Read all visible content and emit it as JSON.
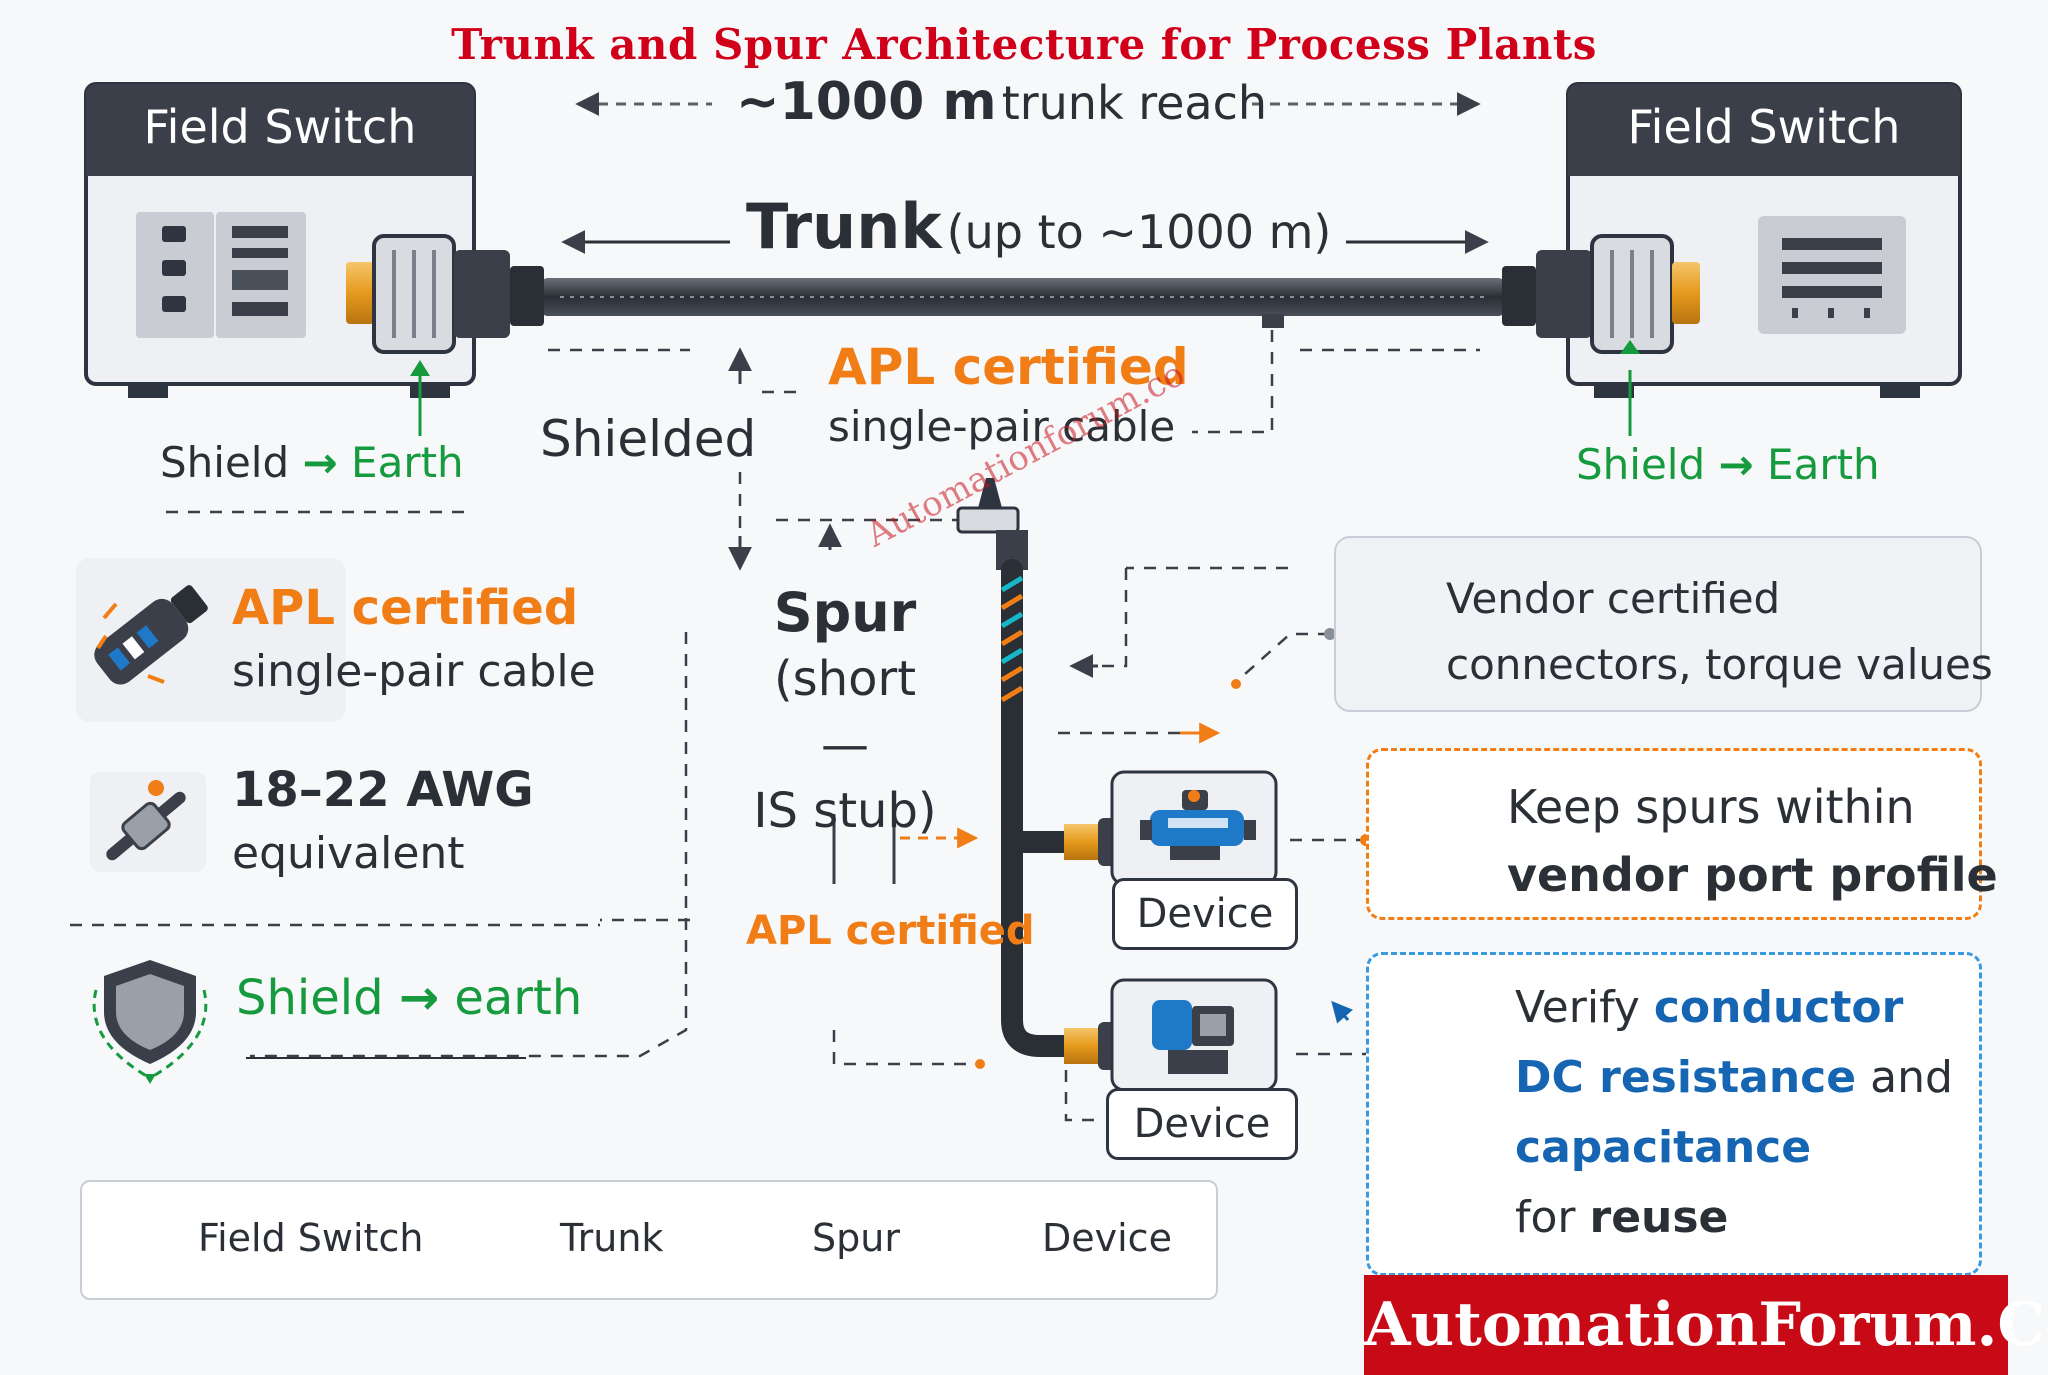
{
  "title": "Trunk and Spur Architecture for Process Plants",
  "trunk_reach": {
    "prefix": "~1000 m",
    "suffix": "trunk reach"
  },
  "switches": {
    "left_title": "Field Switch",
    "right_title": "Field Switch"
  },
  "trunk_label": {
    "bold": "Trunk",
    "rest": "(up to ~1000 m)"
  },
  "shield_left": {
    "a": "Shield",
    "arrow": "→",
    "b": "Earth"
  },
  "shield_right": {
    "a": "Shield",
    "arrow": "→",
    "b": "Earth"
  },
  "shielded": "Shielded",
  "cable_note": {
    "line1": "APL certified",
    "line2": "single-pair cable"
  },
  "spur": {
    "line1": "Spur",
    "line2": "(short —",
    "line3": "IS stub)"
  },
  "spur_apl": "APL certified",
  "left_panel": {
    "item1": {
      "line1": "APL certified",
      "line2": "single-pair cable",
      "icon": "cable-plug-icon"
    },
    "item2": {
      "line1": "18–22 AWG",
      "line2": "equivalent",
      "icon": "wire-gauge-icon"
    },
    "item3": {
      "a": "Shield",
      "arrow": "→",
      "b": "earth",
      "icon": "shield-icon"
    }
  },
  "devices": {
    "device1": "Device",
    "device2": "Device"
  },
  "right_panel": {
    "vendor": {
      "line1": "Vendor certified",
      "line2": "connectors, torque values"
    },
    "spurs": {
      "line1": "Keep spurs within",
      "line2": "vendor port profile"
    },
    "verify": {
      "w1": "Verify",
      "w2": "conductor",
      "w3": "DC resistance",
      "w4": "and",
      "w5": "capacitance",
      "w6": "for",
      "w7": "reuse"
    }
  },
  "legend": {
    "field_switch": "Field Switch",
    "trunk": "Trunk",
    "spur": "Spur",
    "device": "Device"
  },
  "watermark": "Automationforum.co",
  "brand": "AutomationForum.Co",
  "colors": {
    "title": "#d0001a",
    "orange": "#f07d16",
    "green": "#159a3e",
    "blue": "#1565b3",
    "brand": "#c70a15",
    "dark_header": "#3a3f49"
  }
}
